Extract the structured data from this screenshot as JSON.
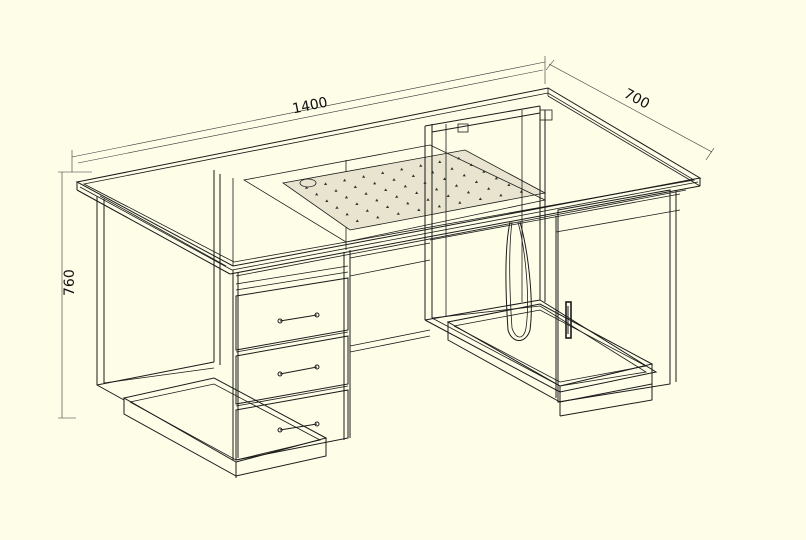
{
  "drawing": {
    "dimensions": {
      "width_label": "1400",
      "depth_label": "700",
      "height_label": "760"
    },
    "colors": {
      "background": "#fefde8",
      "line": "#1a1a1a",
      "pad": "#e8e4cf"
    }
  }
}
